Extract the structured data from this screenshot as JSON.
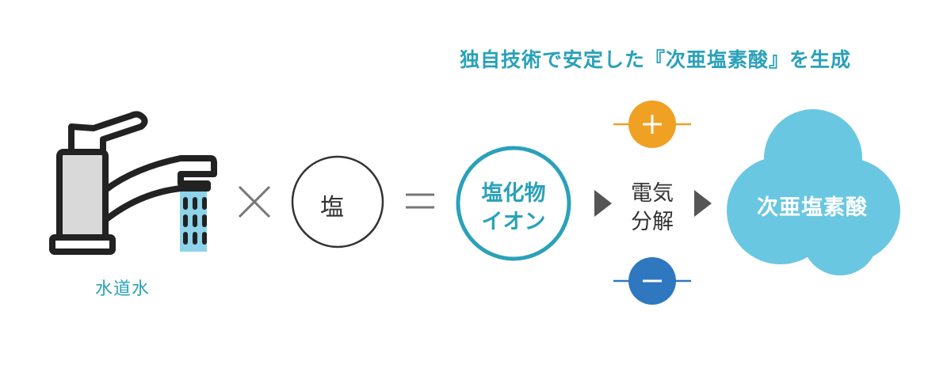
{
  "headline": "独自技術で安定した『次亜塩素酸』を生成",
  "source_label": "水道水",
  "salt_label": "塩",
  "ion_label": [
    "塩化物",
    "イオン"
  ],
  "electrolysis_label": [
    "電気",
    "分解"
  ],
  "product_label": "次亜塩素酸",
  "colors": {
    "accent": "#2aa1b9",
    "product": "#6ac7e2",
    "plus": "#f0a023",
    "minus": "#2f78c0",
    "stroke": "#222222",
    "gray": "#777777",
    "faucet_gray": "#d9d9d9",
    "water": "#8dd3ea"
  }
}
